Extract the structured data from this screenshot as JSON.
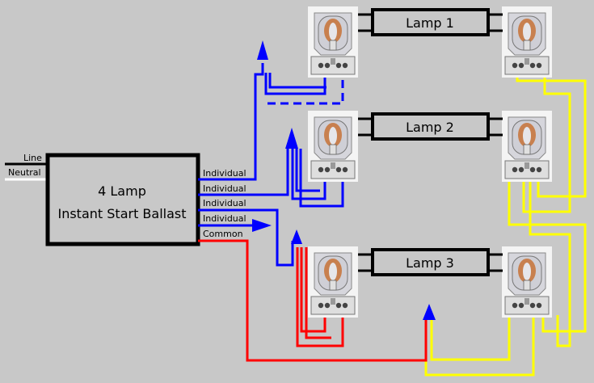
{
  "inputs": {
    "line": "Line",
    "neutral": "Neutral"
  },
  "ballast": {
    "line1": "4 Lamp",
    "line2": "Instant Start Ballast"
  },
  "leads": [
    "Individual",
    "Individual",
    "Individual",
    "Individual",
    "Common"
  ],
  "lamps": [
    "Lamp 1",
    "Lamp 2",
    "Lamp 3"
  ],
  "colors": {
    "background": "#c8c8c8",
    "individual_wire": "#0000ff",
    "common_wire": "#ff0000",
    "lamp_wire": "#ffff00",
    "ballast_outline": "#000000",
    "neutral_wire": "#ffffff"
  }
}
